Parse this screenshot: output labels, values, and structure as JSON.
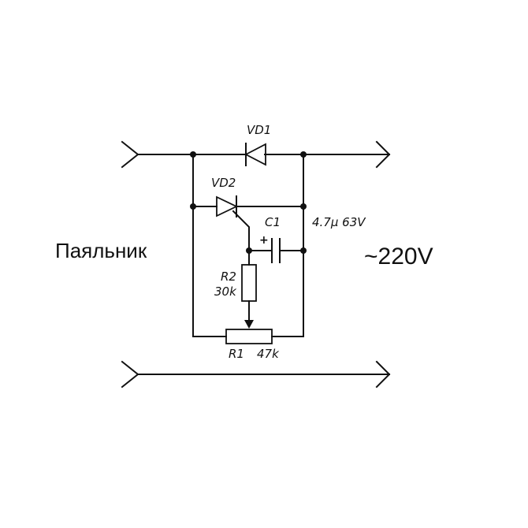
{
  "labels": {
    "vd1": "VD1",
    "vd2": "VD2",
    "c1": "C1",
    "c1_value": "4.7µ 63V",
    "c1_polarity": "+",
    "r2": "R2",
    "r2_value": "30k",
    "r1": "R1",
    "r1_value": "47k",
    "load": "Паяльник",
    "supply": "~220V"
  }
}
